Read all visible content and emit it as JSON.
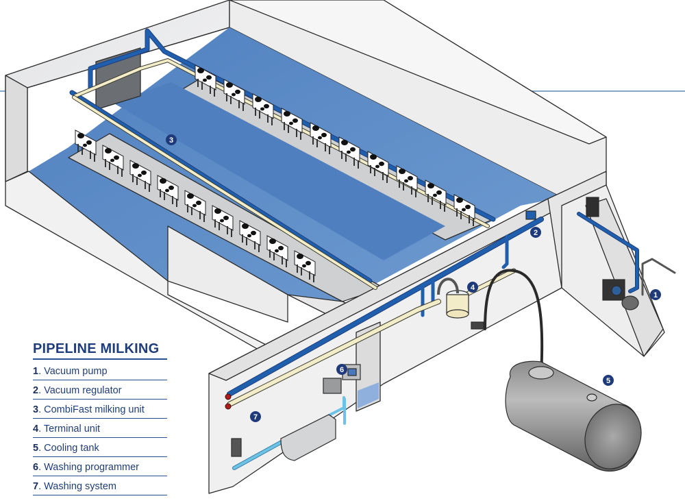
{
  "legend": {
    "title": "PIPELINE MILKING",
    "items": [
      {
        "num": "1",
        "label": "Vacuum pump"
      },
      {
        "num": "2",
        "label": "Vacuum regulator"
      },
      {
        "num": "3",
        "label": "CombiFast milking unit"
      },
      {
        "num": "4",
        "label": "Terminal unit"
      },
      {
        "num": "5",
        "label": "Cooling tank"
      },
      {
        "num": "6",
        "label": "Washing programmer"
      },
      {
        "num": "7",
        "label": "Washing system"
      }
    ]
  },
  "markers": [
    "1",
    "2",
    "3",
    "4",
    "5",
    "6",
    "7"
  ],
  "colors": {
    "vacuum_pipe": "#1f5fae",
    "milk_pipe": "#f3ecc8",
    "water_pipe": "#6cc3e6",
    "floor": "#5b8cc6",
    "marker": "#1f3a7a",
    "legend_text": "#1f3d7a"
  }
}
